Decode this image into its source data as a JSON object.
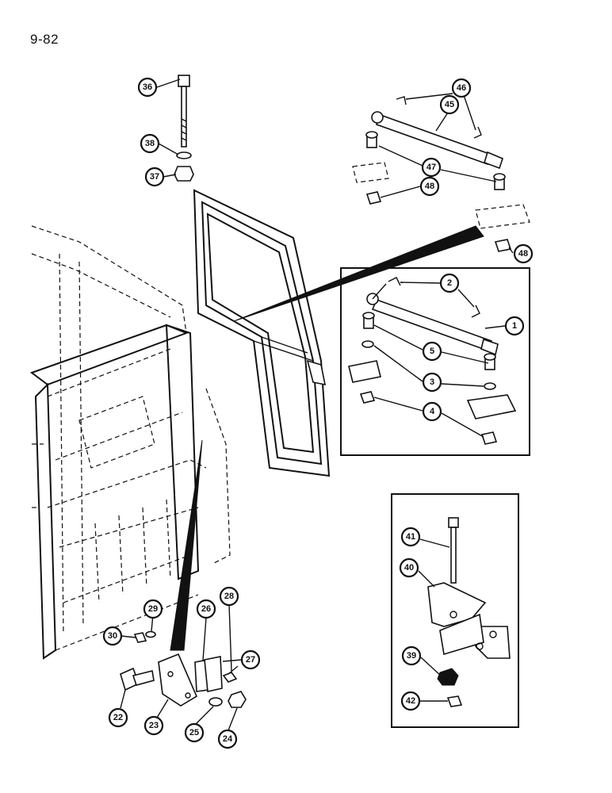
{
  "page_number": "9-82",
  "callouts": [
    {
      "id": "c36",
      "label": "36"
    },
    {
      "id": "c38",
      "label": "38"
    },
    {
      "id": "c37",
      "label": "37"
    },
    {
      "id": "c46",
      "label": "46"
    },
    {
      "id": "c45",
      "label": "45"
    },
    {
      "id": "c47",
      "label": "47"
    },
    {
      "id": "c48a",
      "label": "48"
    },
    {
      "id": "c48b",
      "label": "48"
    },
    {
      "id": "c2",
      "label": "2"
    },
    {
      "id": "c1",
      "label": "1"
    },
    {
      "id": "c5",
      "label": "5"
    },
    {
      "id": "c3",
      "label": "3"
    },
    {
      "id": "c4",
      "label": "4"
    },
    {
      "id": "c41",
      "label": "41"
    },
    {
      "id": "c40",
      "label": "40"
    },
    {
      "id": "c39",
      "label": "39"
    },
    {
      "id": "c42",
      "label": "42"
    },
    {
      "id": "c29",
      "label": "29"
    },
    {
      "id": "c30",
      "label": "30"
    },
    {
      "id": "c26",
      "label": "26"
    },
    {
      "id": "c28",
      "label": "28"
    },
    {
      "id": "c27",
      "label": "27"
    },
    {
      "id": "c22",
      "label": "22"
    },
    {
      "id": "c23",
      "label": "23"
    },
    {
      "id": "c25",
      "label": "25"
    },
    {
      "id": "c24",
      "label": "24"
    }
  ]
}
